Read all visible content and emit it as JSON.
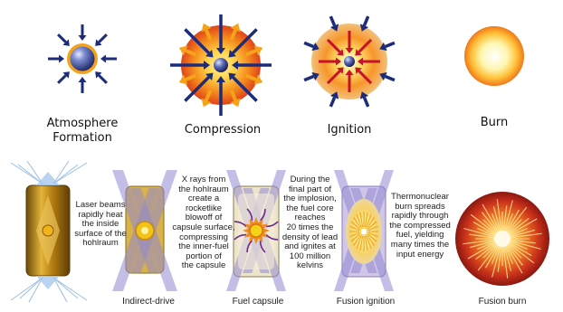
{
  "top_row": {
    "stage1": {
      "line1": "Atmosphere",
      "line2": "Formation",
      "icon": "atmosphere-formation-icon"
    },
    "stage2": {
      "label": "Compression",
      "icon": "compression-icon"
    },
    "stage3": {
      "label": "Ignition",
      "icon": "ignition-icon"
    },
    "stage4": {
      "label": "Burn",
      "icon": "burn-icon"
    }
  },
  "bottom_row": {
    "captions": [
      [
        "Laser beams",
        "rapidly heat",
        "the inside",
        "surface of the",
        "hohlraum"
      ],
      [
        "X rays from",
        "the hohlraum",
        "create a",
        "rocketlike",
        "blowoff of",
        "capsule surface,",
        "compressing",
        "the inner-fuel",
        "portion of",
        "the capsule"
      ],
      [
        "During the",
        "final part of",
        "the implosion,",
        "the fuel core",
        "reaches",
        "20 times the",
        "density of lead",
        "and ignites at",
        "100 million",
        "kelvins"
      ],
      [
        "Thermonuclear",
        "burn spreads",
        "rapidly through",
        "the compressed",
        "fuel, yielding",
        "many times the",
        "input energy"
      ]
    ],
    "labels": {
      "indirect_drive": "Indirect-drive",
      "fuel_capsule": "Fuel capsule",
      "fusion_ignition": "Fusion ignition",
      "fusion_burn": "Fusion burn"
    }
  },
  "colors": {
    "arrow_navy": "#1c2c7a",
    "arrow_orange": "#f4a31a",
    "arrow_red": "#c4132a",
    "sphere_blue": "#3a4b9a",
    "beam_lavender": "#8f88cf",
    "gold": "#c08a12"
  }
}
